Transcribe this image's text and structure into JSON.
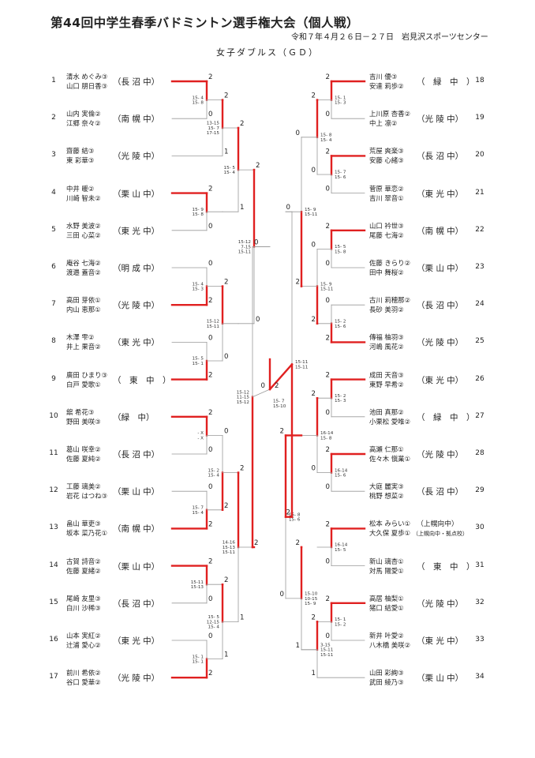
{
  "header": {
    "title": "第44回中学生春季バドミントン選手権大会（個人戦）",
    "date_venue": "令和７年４月２６日－２７日　岩見沢スポーツセンター",
    "event": "女子ダブルス（ＧＤ）"
  },
  "colors": {
    "winner": "#e02020",
    "line": "#999999"
  },
  "entries": [
    {
      "no": "1",
      "p1": "清水 めぐみ③",
      "p2": "山口 朋日香③",
      "team": "（長 沼 中）"
    },
    {
      "no": "2",
      "p1": "山内 実倫②",
      "p2": "江郷 奈々②",
      "team": "（南 幌 中）"
    },
    {
      "no": "3",
      "p1": "齋藤 結③",
      "p2": "東 彩華③",
      "team": "（光 陵 中）"
    },
    {
      "no": "4",
      "p1": "中井 暖②",
      "p2": "川崎 智未②",
      "team": "（栗 山 中）"
    },
    {
      "no": "5",
      "p1": "水野 美波②",
      "p2": "三田 心菜②",
      "team": "（東 光 中）"
    },
    {
      "no": "6",
      "p1": "庵谷 七海②",
      "p2": "渡邉 蓋音②",
      "team": "（明 成 中）"
    },
    {
      "no": "7",
      "p1": "高田 芽依①",
      "p2": "内山 恵那①",
      "team": "（光 陵 中）"
    },
    {
      "no": "8",
      "p1": "木澤 雫②",
      "p2": "井上 果音②",
      "team": "（東 光 中）"
    },
    {
      "no": "9",
      "p1": "廣田 ひまり③",
      "p2": "白戸 愛歌①",
      "team": "（　東　中　）"
    },
    {
      "no": "10",
      "p1": "舘 希花③",
      "p2": "野田 美咲③",
      "team": "（緑　中）"
    },
    {
      "no": "11",
      "p1": "葛山 咲幸②",
      "p2": "佐藤 夏純②",
      "team": "（長 沼 中）"
    },
    {
      "no": "12",
      "p1": "工藤 璃美②",
      "p2": "岩花 はつね③",
      "team": "（栗 山 中）"
    },
    {
      "no": "13",
      "p1": "畠山 華吏③",
      "p2": "坂本 菜乃花①",
      "team": "（南 幌 中）"
    },
    {
      "no": "14",
      "p1": "古賀 詩音②",
      "p2": "佐藤 夏緒②",
      "team": "（栗 山 中）"
    },
    {
      "no": "15",
      "p1": "尾崎 友里③",
      "p2": "白川 沙稀③",
      "team": "（長 沼 中）"
    },
    {
      "no": "16",
      "p1": "山本 実紅②",
      "p2": "辻浦 愛心②",
      "team": "（東 光 中）"
    },
    {
      "no": "17",
      "p1": "前川 希依②",
      "p2": "谷口 愛華②",
      "team": "（光 陵 中）"
    },
    {
      "no": "18",
      "p1": "吉川 優③",
      "p2": "安達 莉歩②",
      "team": "（　緑　中　）"
    },
    {
      "no": "19",
      "p1": "上川原 杏香②",
      "p2": "中上 凛②",
      "team": "（光 陵 中）"
    },
    {
      "no": "20",
      "p1": "荒屋 爽楽③",
      "p2": "安藤 心緒③",
      "team": "（長 沼 中）"
    },
    {
      "no": "21",
      "p1": "菅原 華恋②",
      "p2": "吉川 翠音①",
      "team": "（東 光 中）"
    },
    {
      "no": "22",
      "p1": "山口 衿世③",
      "p2": "尾藤 七海②",
      "team": "（南 幌 中）"
    },
    {
      "no": "23",
      "p1": "佐藤 きらり②",
      "p2": "田中 舞桜②",
      "team": "（栗 山 中）"
    },
    {
      "no": "24",
      "p1": "古川 莉穂那②",
      "p2": "長砂 美羽②",
      "team": "（長 沼 中）"
    },
    {
      "no": "25",
      "p1": "傳福 柚羽③",
      "p2": "河嶋 風花②",
      "team": "（光 陵 中）"
    },
    {
      "no": "26",
      "p1": "成田 天音③",
      "p2": "東野 早希②",
      "team": "（東 光 中）"
    },
    {
      "no": "27",
      "p1": "池田 真那②",
      "p2": "小栗松 愛唯②",
      "team": "（　緑　中　）"
    },
    {
      "no": "28",
      "p1": "高瀬 仁那①",
      "p2": "佐々木 愼業①",
      "team": "（光 陵 中）"
    },
    {
      "no": "29",
      "p1": "大庭 麗実③",
      "p2": "桃野 想菜②",
      "team": "（長 沼 中）"
    },
    {
      "no": "30",
      "p1": "松本 みらい①",
      "p2": "大久保 夏歩①",
      "team": "（上幌向中）",
      "team2": "（上幌向中・拠点校）"
    },
    {
      "no": "31",
      "p1": "新山 璃杏①",
      "p2": "対馬 陽愛①",
      "team": "（　東　中　）"
    },
    {
      "no": "32",
      "p1": "高居 柚梨①",
      "p2": "猪口 結愛①",
      "team": "（光 陵 中）"
    },
    {
      "no": "33",
      "p1": "新井 叶愛②",
      "p2": "八木橋 美咲②",
      "team": "（東 光 中）"
    },
    {
      "no": "34",
      "p1": "山田 彩絢③",
      "p2": "武田 綾乃③",
      "team": "（栗 山 中）"
    }
  ],
  "results": {
    "left": [
      {
        "id": "m0",
        "scores": [
          "15- 4",
          "15- 8"
        ],
        "w": [
          "2",
          "0"
        ]
      },
      {
        "id": "m1",
        "scores": [
          "13-15",
          "15- 7",
          "17-15"
        ],
        "w": [
          "2",
          "1"
        ]
      },
      {
        "id": "m2",
        "scores": [
          "15- 5",
          "15- 4"
        ],
        "w": [
          "2",
          "1"
        ]
      },
      {
        "id": "m3",
        "scores": [
          "15- 9",
          "15- 8"
        ],
        "w": [
          "2",
          "0"
        ]
      },
      {
        "id": "m4",
        "scores": [
          "15-12",
          "7-15",
          "15-11"
        ],
        "w": [
          "2",
          "0"
        ]
      },
      {
        "id": "m5",
        "scores": [
          "15- 4",
          "15- 3"
        ],
        "w": [
          "0",
          "2"
        ]
      },
      {
        "id": "m6",
        "scores": [
          "15-12",
          "15-11"
        ],
        "w": [
          "2",
          "0"
        ]
      },
      {
        "id": "m7",
        "scores": [
          "15- 5",
          "15- 1"
        ],
        "w": [
          "0",
          "2"
        ]
      },
      {
        "id": "m8",
        "scores": [
          "15-12",
          "11-15",
          "15-12"
        ],
        "w": [
          "0",
          "2"
        ]
      },
      {
        "id": "m9",
        "scores": [
          "- X",
          "- X"
        ],
        "w": [
          "2",
          "0"
        ]
      },
      {
        "id": "m10",
        "scores": [
          "15- 2",
          "15- 4"
        ],
        "w": [
          "0",
          "2"
        ]
      },
      {
        "id": "m11",
        "scores": [
          "15- 7",
          "15- 4"
        ],
        "w": [
          "0",
          "2"
        ]
      },
      {
        "id": "m12",
        "scores": [
          "14-16",
          "15-13",
          "15-11"
        ],
        "w": [
          "2",
          "1"
        ]
      },
      {
        "id": "m13",
        "scores": [
          "15-11",
          "15-13"
        ],
        "w": [
          "2",
          "0"
        ]
      },
      {
        "id": "m14",
        "scores": [
          "15- 5",
          "12-15",
          "15- 4"
        ],
        "w": [
          "2",
          "1"
        ]
      },
      {
        "id": "m15",
        "scores": [
          "15- 1",
          "15- 1"
        ],
        "w": [
          "0",
          "2"
        ]
      }
    ],
    "right": [
      {
        "id": "r0",
        "scores": [
          "15- 1",
          "15- 3"
        ],
        "w": [
          "2",
          "0"
        ]
      },
      {
        "id": "r1",
        "scores": [
          "15- 8",
          "15- 4"
        ],
        "w": [
          "2",
          "0"
        ]
      },
      {
        "id": "r2",
        "scores": [
          "15- 7",
          "15- 6"
        ],
        "w": [
          "2",
          "0"
        ]
      },
      {
        "id": "r3",
        "scores": [
          "15- 9",
          "15-11"
        ],
        "w": [
          "0",
          "2"
        ]
      },
      {
        "id": "r4",
        "scores": [
          "15- 5",
          "15- 8"
        ],
        "w": [
          "2",
          "0"
        ]
      },
      {
        "id": "r5",
        "scores": [
          "15- 9",
          "15-11"
        ],
        "w": [
          "0",
          "2"
        ]
      },
      {
        "id": "r6",
        "scores": [
          "15- 2",
          "15- 6"
        ],
        "w": [
          "0",
          "2"
        ]
      },
      {
        "id": "r7",
        "scores": [
          "15-11",
          "15-11"
        ],
        "w": [
          "0",
          "2"
        ]
      },
      {
        "id": "r8",
        "scores": [
          "15- 2",
          "15- 3"
        ],
        "w": [
          "2",
          "0"
        ]
      },
      {
        "id": "r9",
        "scores": [
          "16-14",
          "15- 8"
        ],
        "w": [
          "2",
          "0"
        ]
      },
      {
        "id": "r10",
        "scores": [
          "16-14",
          "15- 6"
        ],
        "w": [
          "2",
          "0"
        ]
      },
      {
        "id": "r11",
        "scores": [
          "15- 8",
          "15- 6"
        ],
        "w": [
          "2",
          "0"
        ]
      },
      {
        "id": "r12",
        "scores": [
          "16-14",
          "15- 5"
        ],
        "w": [
          "2",
          "0"
        ]
      },
      {
        "id": "r13",
        "scores": [
          "15- 1",
          "15- 2"
        ],
        "w": [
          "2",
          "0"
        ]
      },
      {
        "id": "r14",
        "scores": [
          "3-15",
          "15-11",
          "15-11"
        ],
        "w": [
          "2",
          "1"
        ]
      },
      {
        "id": "r15",
        "scores": [
          "15-10",
          "10-15",
          "15- 9"
        ],
        "w": [
          "2",
          "1"
        ]
      }
    ],
    "final": {
      "scores": [
        "15- 7",
        "15-10"
      ],
      "w": [
        "0",
        "2"
      ]
    }
  }
}
